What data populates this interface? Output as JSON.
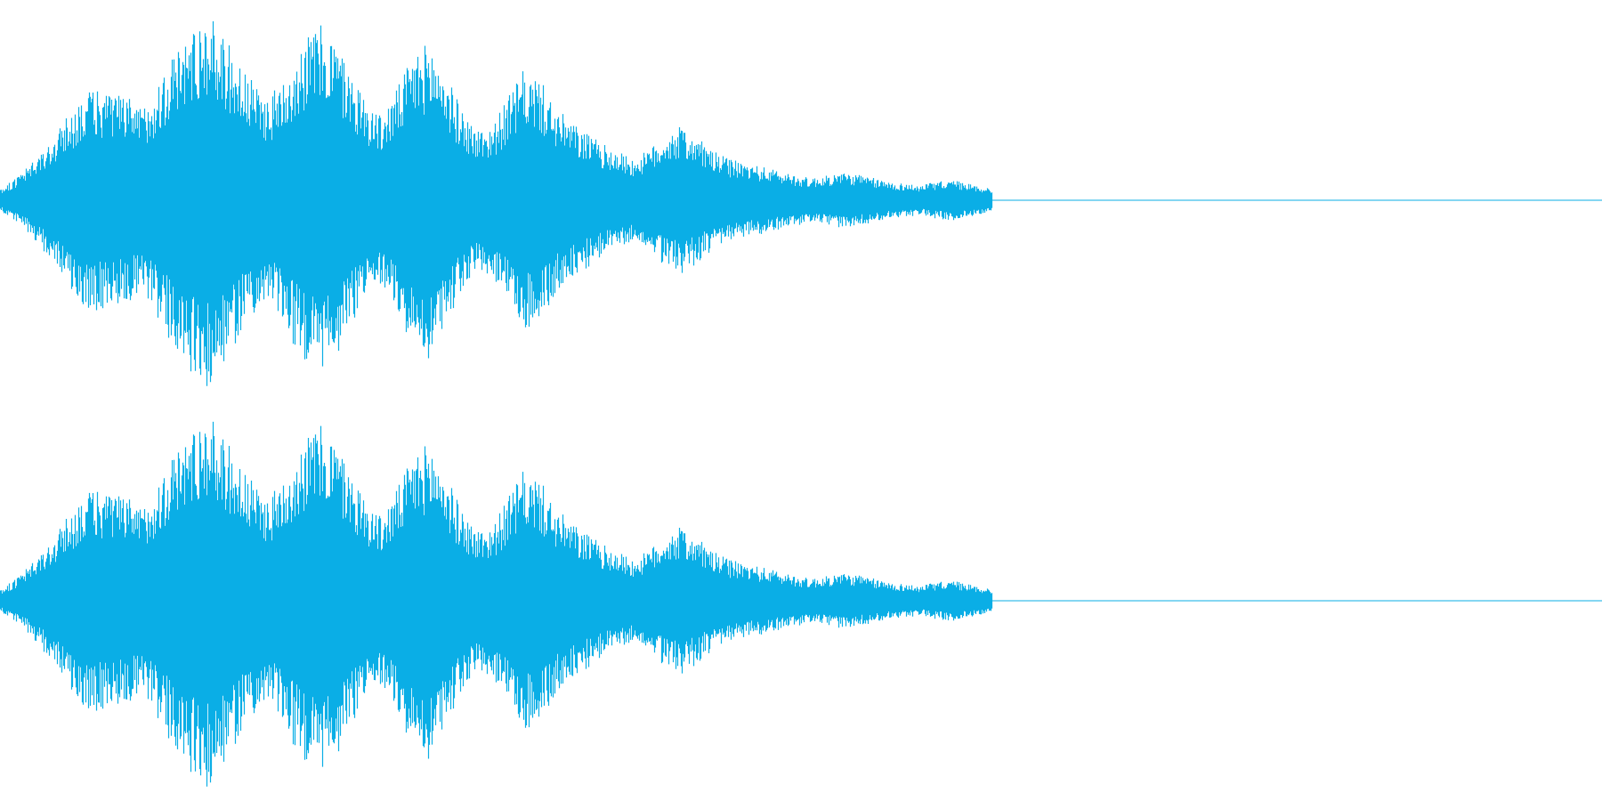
{
  "waveform": {
    "waveform_color": "#0aaee6",
    "background_color": "#ffffff",
    "channels": [
      {
        "name": "channel-left"
      },
      {
        "name": "channel-right"
      }
    ],
    "amplitude_envelope": [
      0.06,
      0.12,
      0.2,
      0.3,
      0.42,
      0.55,
      0.6,
      0.58,
      0.55,
      0.5,
      0.65,
      0.8,
      0.92,
      1.0,
      0.9,
      0.75,
      0.62,
      0.55,
      0.7,
      0.85,
      0.95,
      0.88,
      0.7,
      0.55,
      0.45,
      0.6,
      0.78,
      0.85,
      0.7,
      0.5,
      0.38,
      0.4,
      0.55,
      0.7,
      0.65,
      0.5,
      0.42,
      0.36,
      0.3,
      0.26,
      0.22,
      0.28,
      0.36,
      0.4,
      0.33,
      0.26,
      0.22,
      0.2,
      0.18,
      0.16,
      0.14,
      0.12,
      0.13,
      0.15,
      0.14,
      0.12,
      0.1,
      0.09,
      0.08,
      0.1,
      0.11,
      0.09,
      0.07,
      0.06,
      0.07,
      0.08,
      0.06,
      0.05,
      0.045,
      0.05,
      0.045,
      0.04,
      0.035,
      0.03,
      0.032,
      0.028,
      0.025,
      0.022,
      0.02,
      0.018,
      0.016,
      0.015,
      0.014,
      0.013,
      0.012,
      0.011,
      0.01,
      0.01,
      0.009,
      0.008,
      0.008,
      0.007,
      0.006,
      0.006,
      0.005,
      0.005,
      0.004,
      0.004,
      0.003,
      0.003,
      0.002,
      0.002
    ]
  }
}
